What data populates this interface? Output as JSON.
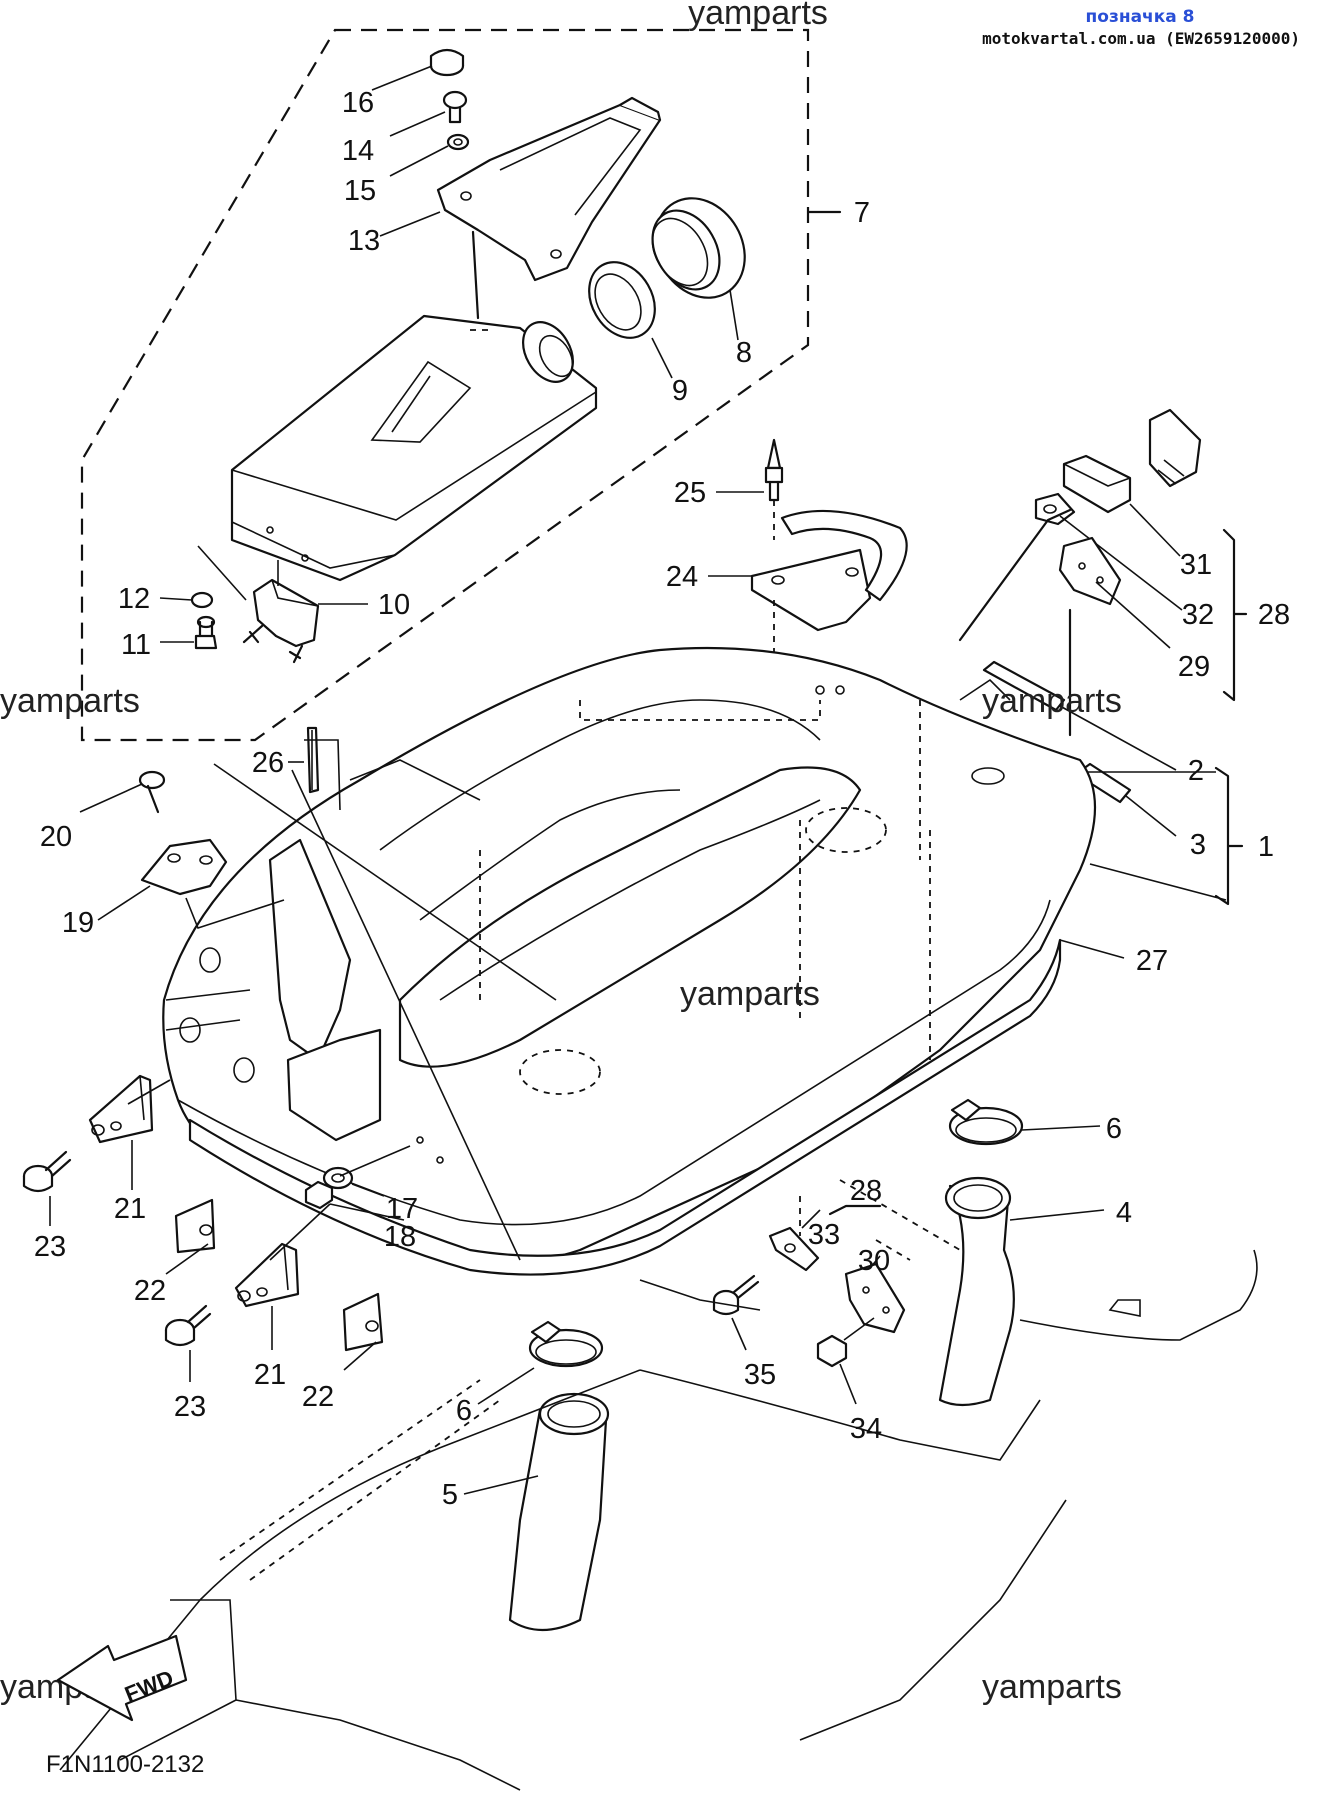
{
  "header": {
    "title": "позначка 8",
    "subtitle": "motokvartal.com.ua (EW2659120000)"
  },
  "watermarks": [
    "yamparts",
    "yamparts",
    "yamparts",
    "yamparts",
    "yamparts",
    "yamparts"
  ],
  "callouts": [
    "16",
    "14",
    "15",
    "13",
    "7",
    "8",
    "9",
    "25",
    "24",
    "31",
    "32",
    "28",
    "29",
    "12",
    "10",
    "11",
    "26",
    "2",
    "3",
    "1",
    "20",
    "19",
    "27",
    "6",
    "4",
    "28",
    "33",
    "30",
    "21",
    "23",
    "17",
    "18",
    "22",
    "35",
    "34",
    "21",
    "22",
    "23",
    "6",
    "5"
  ],
  "fwd_label": "FWD",
  "drawing_code": "F1N1100-2132"
}
